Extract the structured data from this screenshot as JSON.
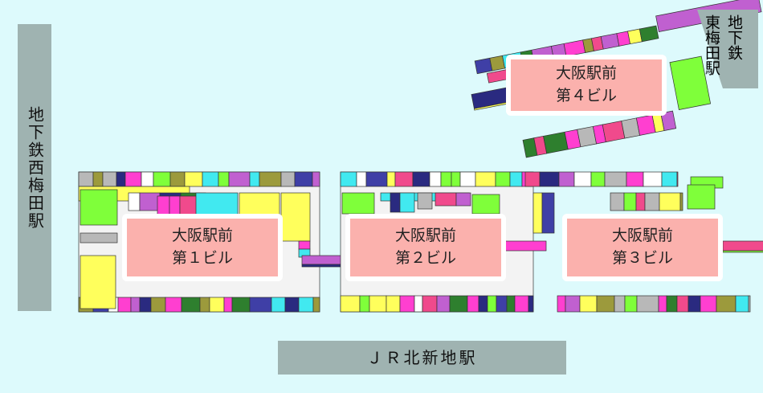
{
  "stations": {
    "nishi_umeda": "地下鉄西梅田駅",
    "jr_kitashinchi": "ＪＲ北新地駅",
    "higashi_umeda_col1": "地下鉄",
    "higashi_umeda_col2": "東梅田駅"
  },
  "buildings": [
    {
      "line1": "大阪駅前",
      "line2": "第１ビル"
    },
    {
      "line1": "大阪駅前",
      "line2": "第２ビル"
    },
    {
      "line1": "大阪駅前",
      "line2": "第３ビル"
    },
    {
      "line1": "大阪駅前",
      "line2": "第４ビル"
    }
  ],
  "colors": {
    "background": "#ddfafc",
    "station": "#9fb3b1",
    "building_label": "#fbb1ad",
    "shop_palette": [
      "#7fff3a",
      "#ffff5c",
      "#9c9a3c",
      "#3f3fa6",
      "#ff3fd0",
      "#41e9f0",
      "#b8b8b8",
      "#2e7f2e",
      "#f04a8c",
      "#ffffff",
      "#2a2a80",
      "#c060d0"
    ]
  }
}
